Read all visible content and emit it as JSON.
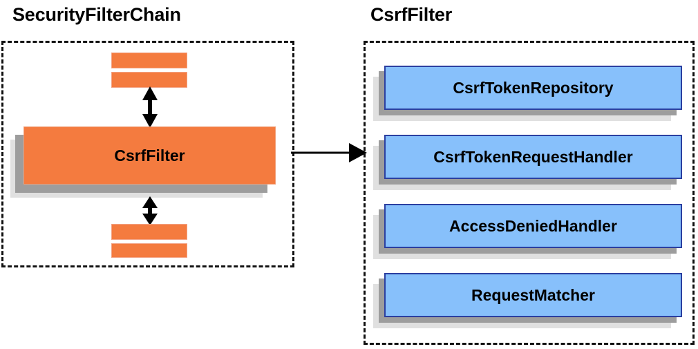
{
  "diagram": {
    "type": "block-diagram",
    "background_color": "#ffffff",
    "panels": [
      {
        "id": "securityfilterchain",
        "title": "SecurityFilterChain",
        "border_style": "dashed",
        "border_color": "#111111",
        "items": [
          {
            "kind": "stub",
            "label": ""
          },
          {
            "kind": "stub",
            "label": ""
          },
          {
            "kind": "card",
            "label": "CsrfFilter",
            "fill": "#f47b3f"
          },
          {
            "kind": "stub",
            "label": ""
          },
          {
            "kind": "stub",
            "label": ""
          }
        ]
      },
      {
        "id": "csrffilter",
        "title": "CsrfFilter",
        "border_style": "dashed",
        "border_color": "#111111",
        "items": [
          {
            "kind": "card",
            "label": "CsrfTokenRepository",
            "fill": "#87c0fb"
          },
          {
            "kind": "card",
            "label": "CsrfTokenRequestHandler",
            "fill": "#87c0fb"
          },
          {
            "kind": "card",
            "label": "AccessDeniedHandler",
            "fill": "#87c0fb"
          },
          {
            "kind": "card",
            "label": "RequestMatcher",
            "fill": "#87c0fb"
          }
        ]
      }
    ],
    "connectors": [
      {
        "id": "chain-up",
        "style": "double-headed-vertical",
        "color": "#000000"
      },
      {
        "id": "chain-down",
        "style": "double-headed-vertical",
        "color": "#000000"
      },
      {
        "id": "chain-to-csrf",
        "style": "single-headed-horizontal",
        "color": "#000000",
        "from": "CsrfFilter",
        "to": "CsrfFilter detail panel"
      }
    ],
    "colors": {
      "orange_fill": "#f47b3f",
      "orange_border": "#f0a07a",
      "blue_fill": "#87c0fb",
      "blue_border": "#2b3fa0",
      "shadow_dark": "#9d9d9d",
      "shadow_light": "#e0e0e0",
      "text": "#000000"
    }
  }
}
